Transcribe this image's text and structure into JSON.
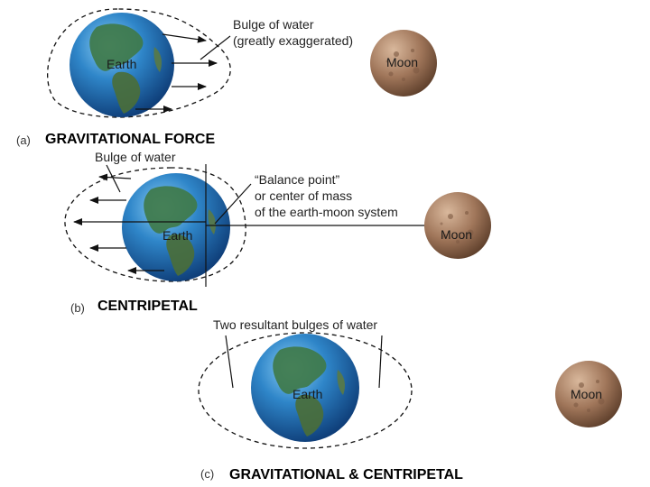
{
  "panel_a": {
    "tag": "(a)",
    "title": "GRAVITATIONAL FORCE",
    "bulge_label_line1": "Bulge of water",
    "bulge_label_line2": "(greatly exaggerated)",
    "earth_label": "Earth",
    "moon_label": "Moon"
  },
  "panel_b": {
    "tag": "(b)",
    "title": "CENTRIPETAL",
    "bulge_label": "Bulge of water",
    "balance_line1": "“Balance point”",
    "balance_line2": "or center of mass",
    "balance_line3": "of the earth-moon system",
    "earth_label": "Earth",
    "moon_label": "Moon"
  },
  "panel_c": {
    "tag": "(c)",
    "title": "GRAVITATIONAL & CENTRIPETAL",
    "bulge_label": "Two resultant bulges of water",
    "earth_label": "Earth",
    "moon_label": "Moon"
  },
  "colors": {
    "ocean": "#2f86c9",
    "land": "#3f7a4a",
    "moon": "#a0765a",
    "title_box": "#ffffff"
  }
}
